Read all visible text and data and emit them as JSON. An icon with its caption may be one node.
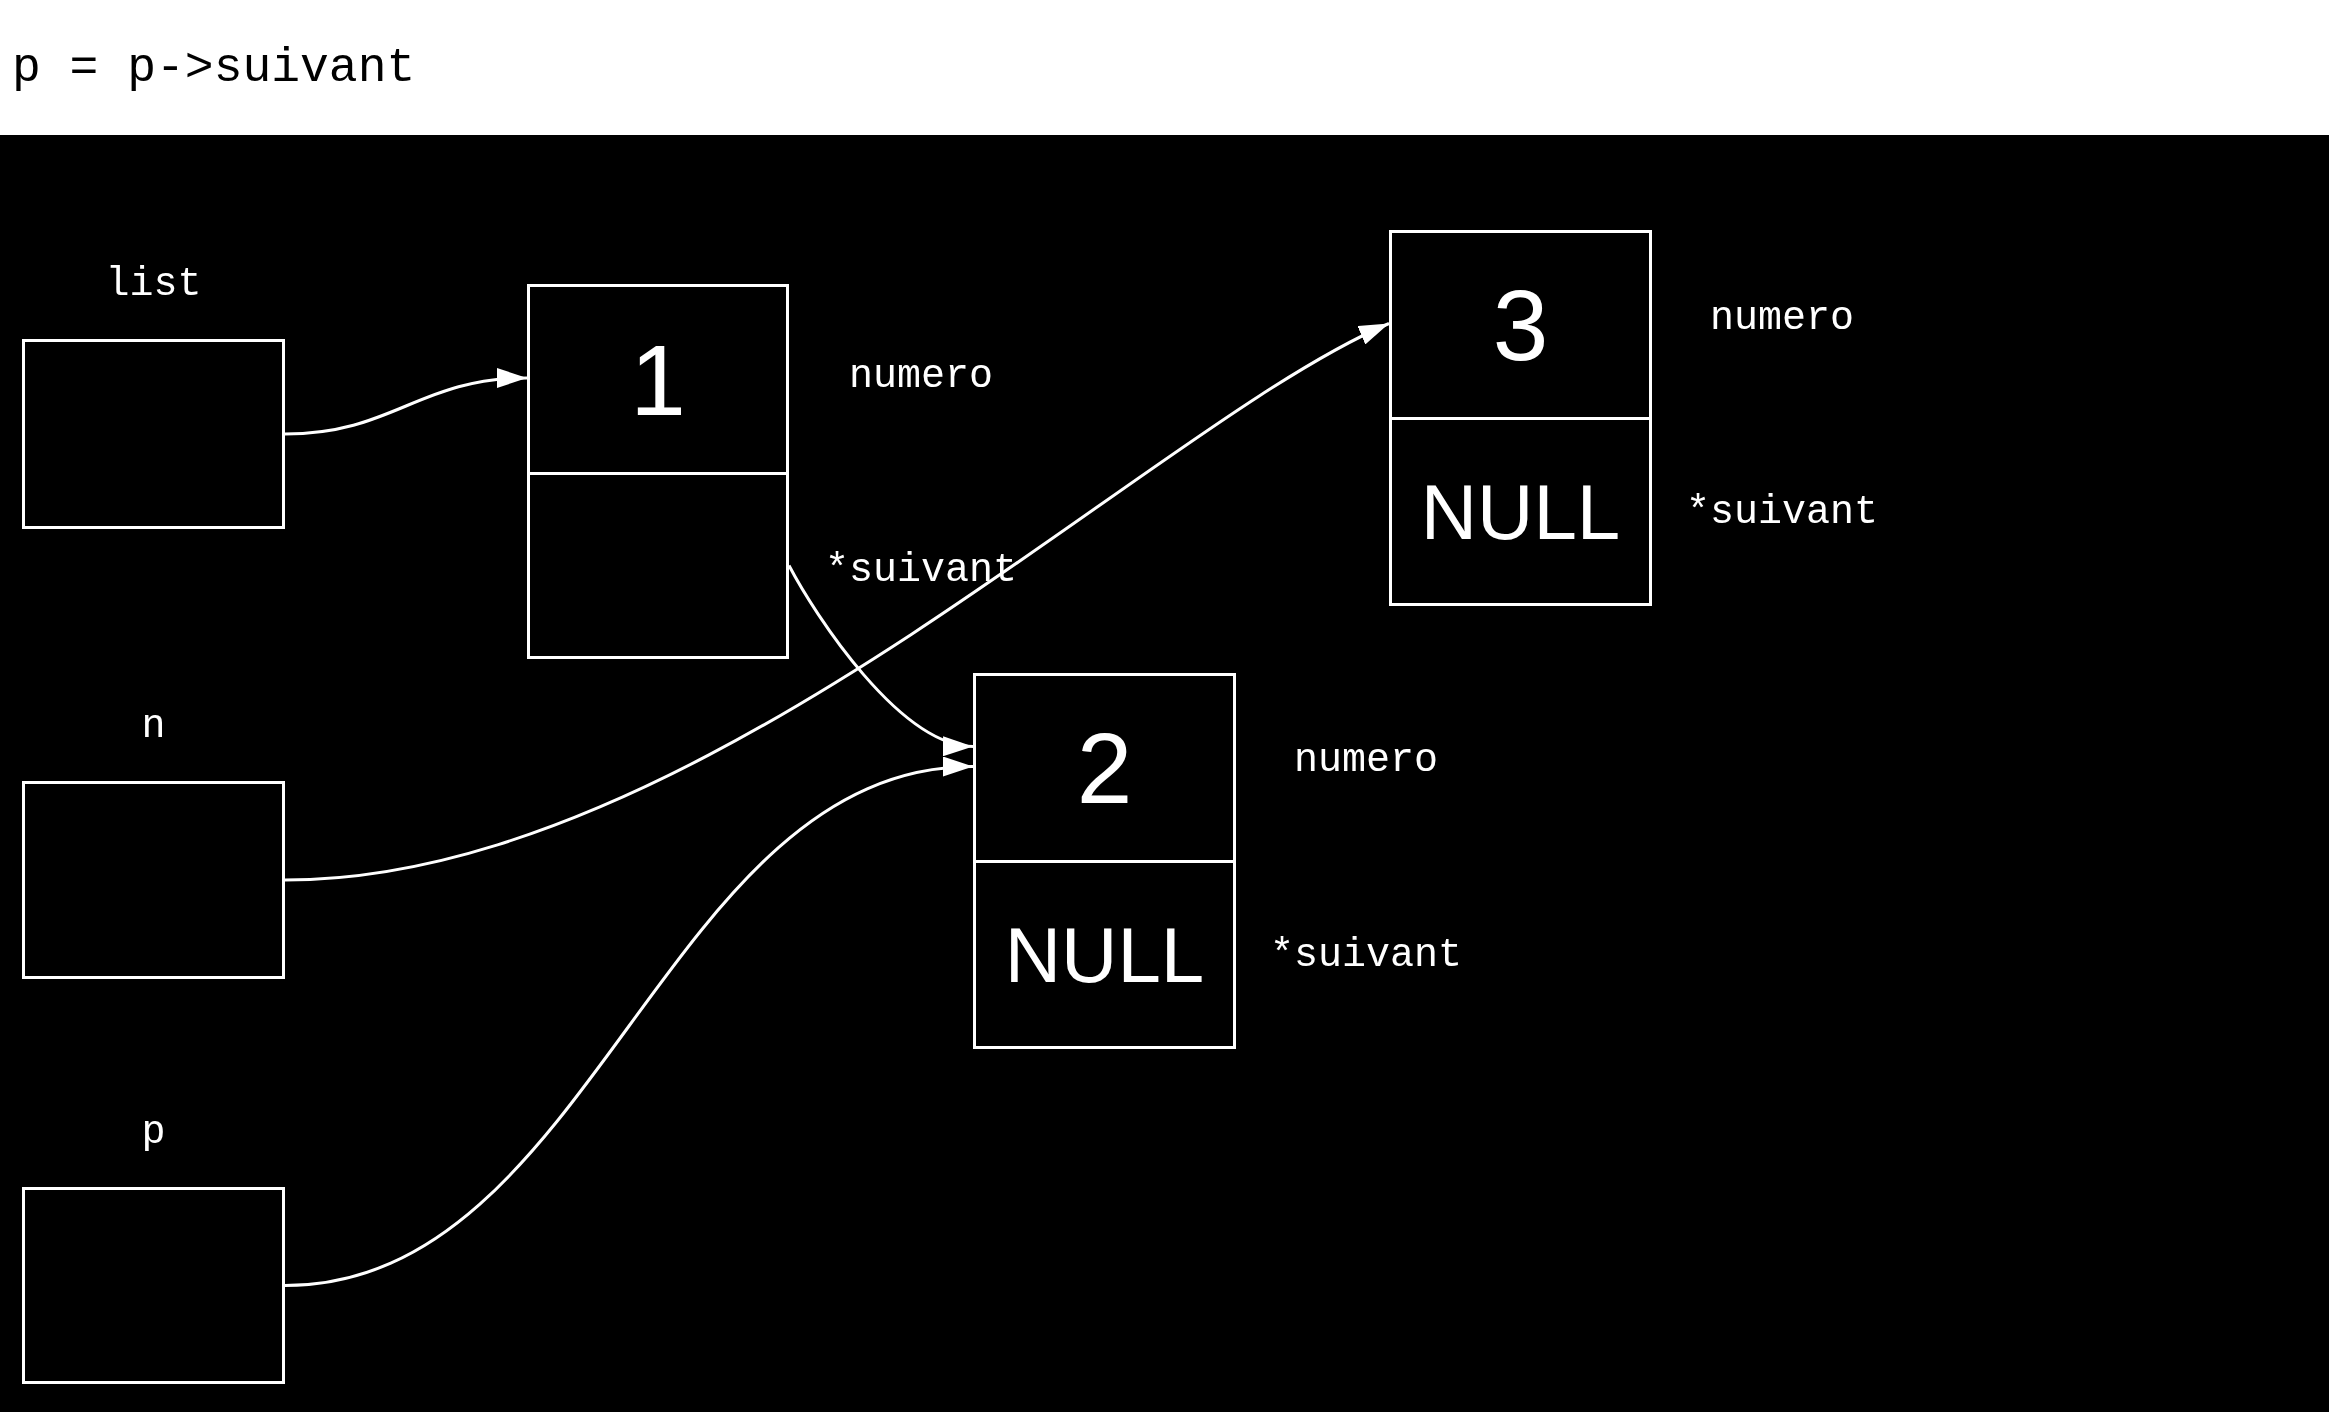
{
  "diagram": {
    "title": "p = p->suivant",
    "nodes": [
      {
        "text": [
          "list"
        ]
      },
      {
        "text": [
          "n"
        ]
      },
      {
        "text": [
          "p"
        ]
      },
      {
        "text": [],
        "shape": "box"
      },
      {
        "text": [
          "1"
        ],
        "in": 3
      },
      {
        "text": [],
        "shape": "box",
        "in": 3
      },
      {
        "text": [],
        "shape": "box"
      },
      {
        "text": [
          "2"
        ],
        "in": 6
      },
      {
        "text": [
          "NULL"
        ],
        "in": 6
      },
      {
        "text": [],
        "shape": "box"
      },
      {
        "text": [
          "3"
        ],
        "in": 9
      },
      {
        "text": [
          "NULL"
        ],
        "in": 9
      }
    ],
    "edges": [
      {
        "from": 0,
        "to": 4,
        "arrow": "to"
      },
      {
        "from": 1,
        "to": 10,
        "arrow": "to"
      },
      {
        "from": 2,
        "to": 7,
        "arrow": "to"
      },
      {
        "from": 5,
        "to": 7,
        "arrow": "to"
      }
    ],
    "labels": [
      "numero",
      "numero",
      "*suivant",
      "*suivant",
      "numero",
      "*suivant"
    ]
  }
}
